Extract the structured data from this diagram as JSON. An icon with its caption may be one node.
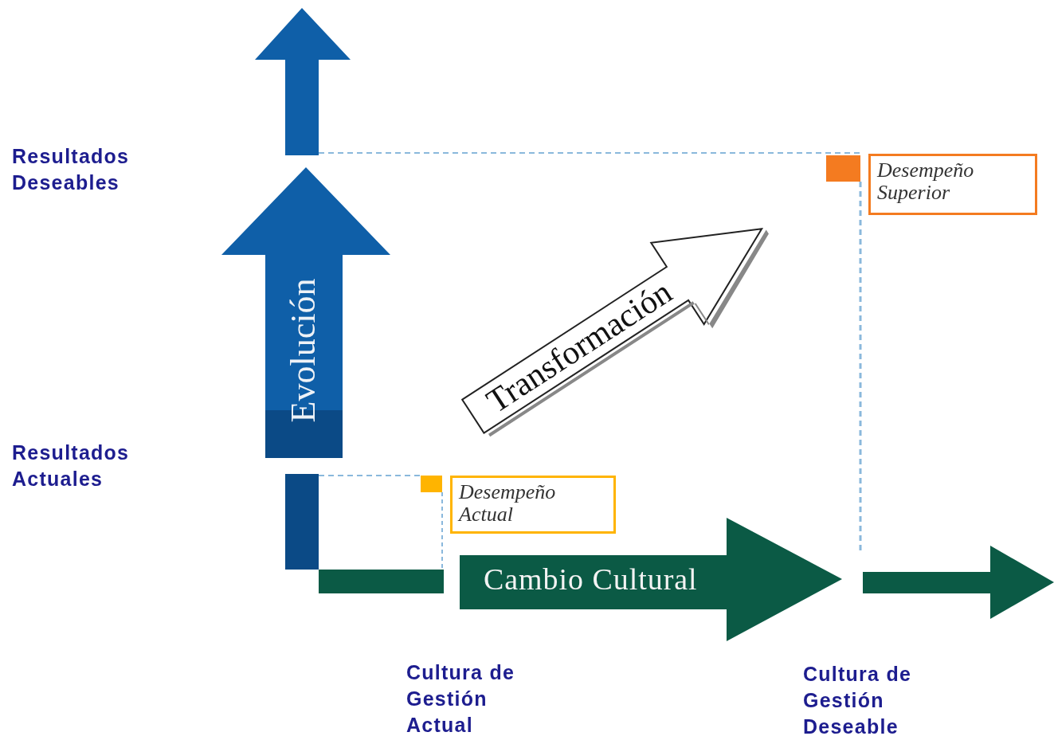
{
  "diagram": {
    "nodes": [
      {
        "text": [
          "Evolución"
        ]
      },
      {
        "text": [
          "Transformación"
        ]
      },
      {
        "text": [
          "Cambio Cultural"
        ]
      },
      {
        "text": [
          "Desempeño Actual"
        ]
      },
      {
        "text": [
          "Desempeño Superior"
        ]
      }
    ],
    "labels": [
      "Resultados Deseables",
      "Resultados Actuales",
      "Cultura de Gestión Actual",
      "Cultura de Gestión Deseable"
    ]
  }
}
